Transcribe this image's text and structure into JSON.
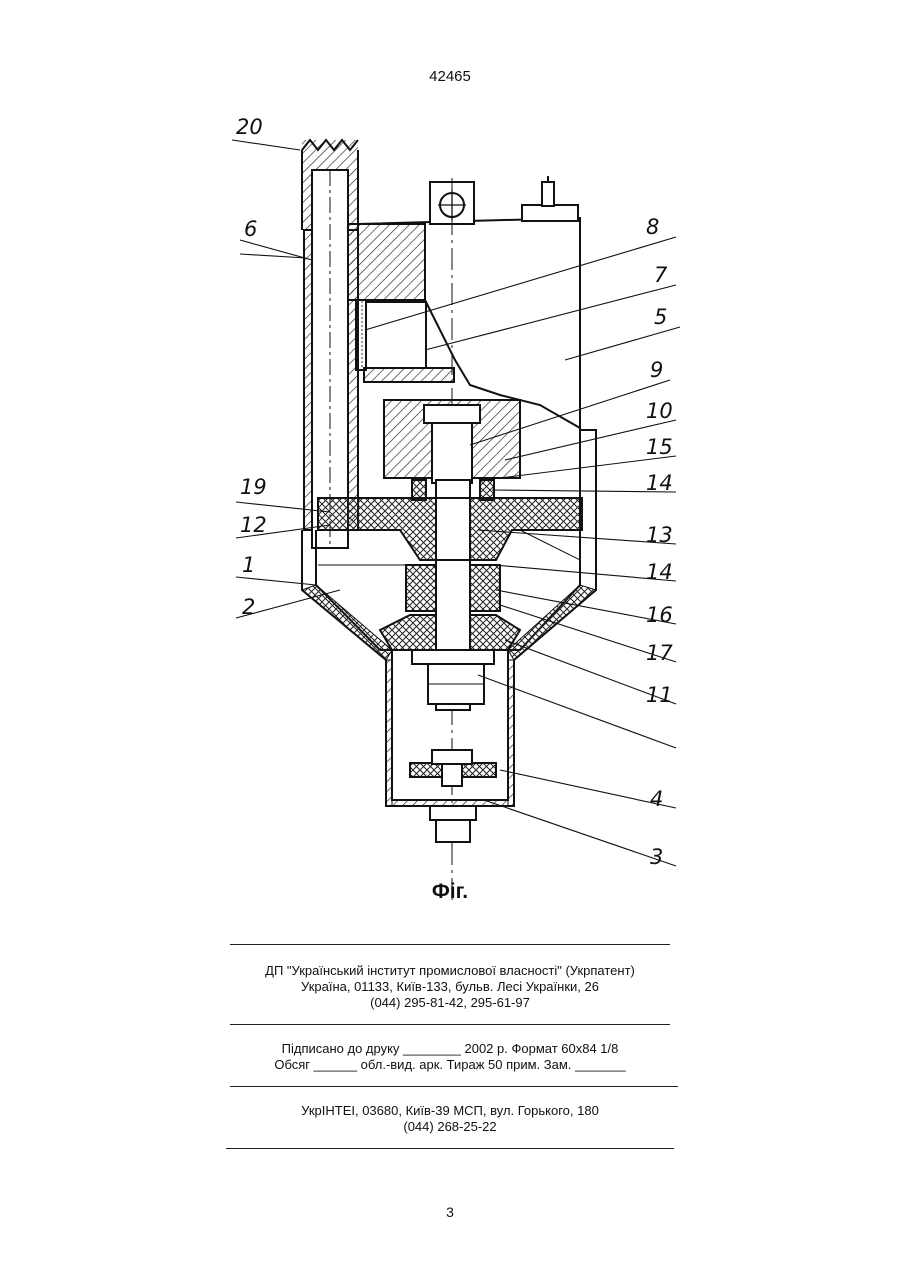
{
  "document_number": "42465",
  "figure_caption": "Фіг.",
  "callouts": {
    "c20": "20",
    "c6": "6",
    "c8": "8",
    "c7": "7",
    "c5": "5",
    "c9": "9",
    "c10": "10",
    "c15": "15",
    "c14a": "14",
    "c19": "19",
    "c12": "12",
    "c13": "13",
    "c1": "1",
    "c14b": "14",
    "c2": "2",
    "c16": "16",
    "c17": "17",
    "c11": "11",
    "c4": "4",
    "c3": "3"
  },
  "publisher_block": {
    "line1": "ДП \"Український інститут промислової власності\" (Укрпатент)",
    "line2": "Україна, 01133, Київ-133, бульв. Лесі Українки, 26",
    "line3": "(044) 295-81-42, 295-61-97"
  },
  "print_block": {
    "line1": "Підписано до друку ________ 2002 р.      Формат 60x84 1/8",
    "line2": "Обсяг ______ обл.-вид. арк.   Тираж 50 прим.     Зам. _______"
  },
  "printer_block": {
    "line1": "УкрІНТЕІ, 03680, Київ-39 МСП, вул. Горького, 180",
    "line2": "(044) 268-25-22"
  },
  "page_number": "3"
}
